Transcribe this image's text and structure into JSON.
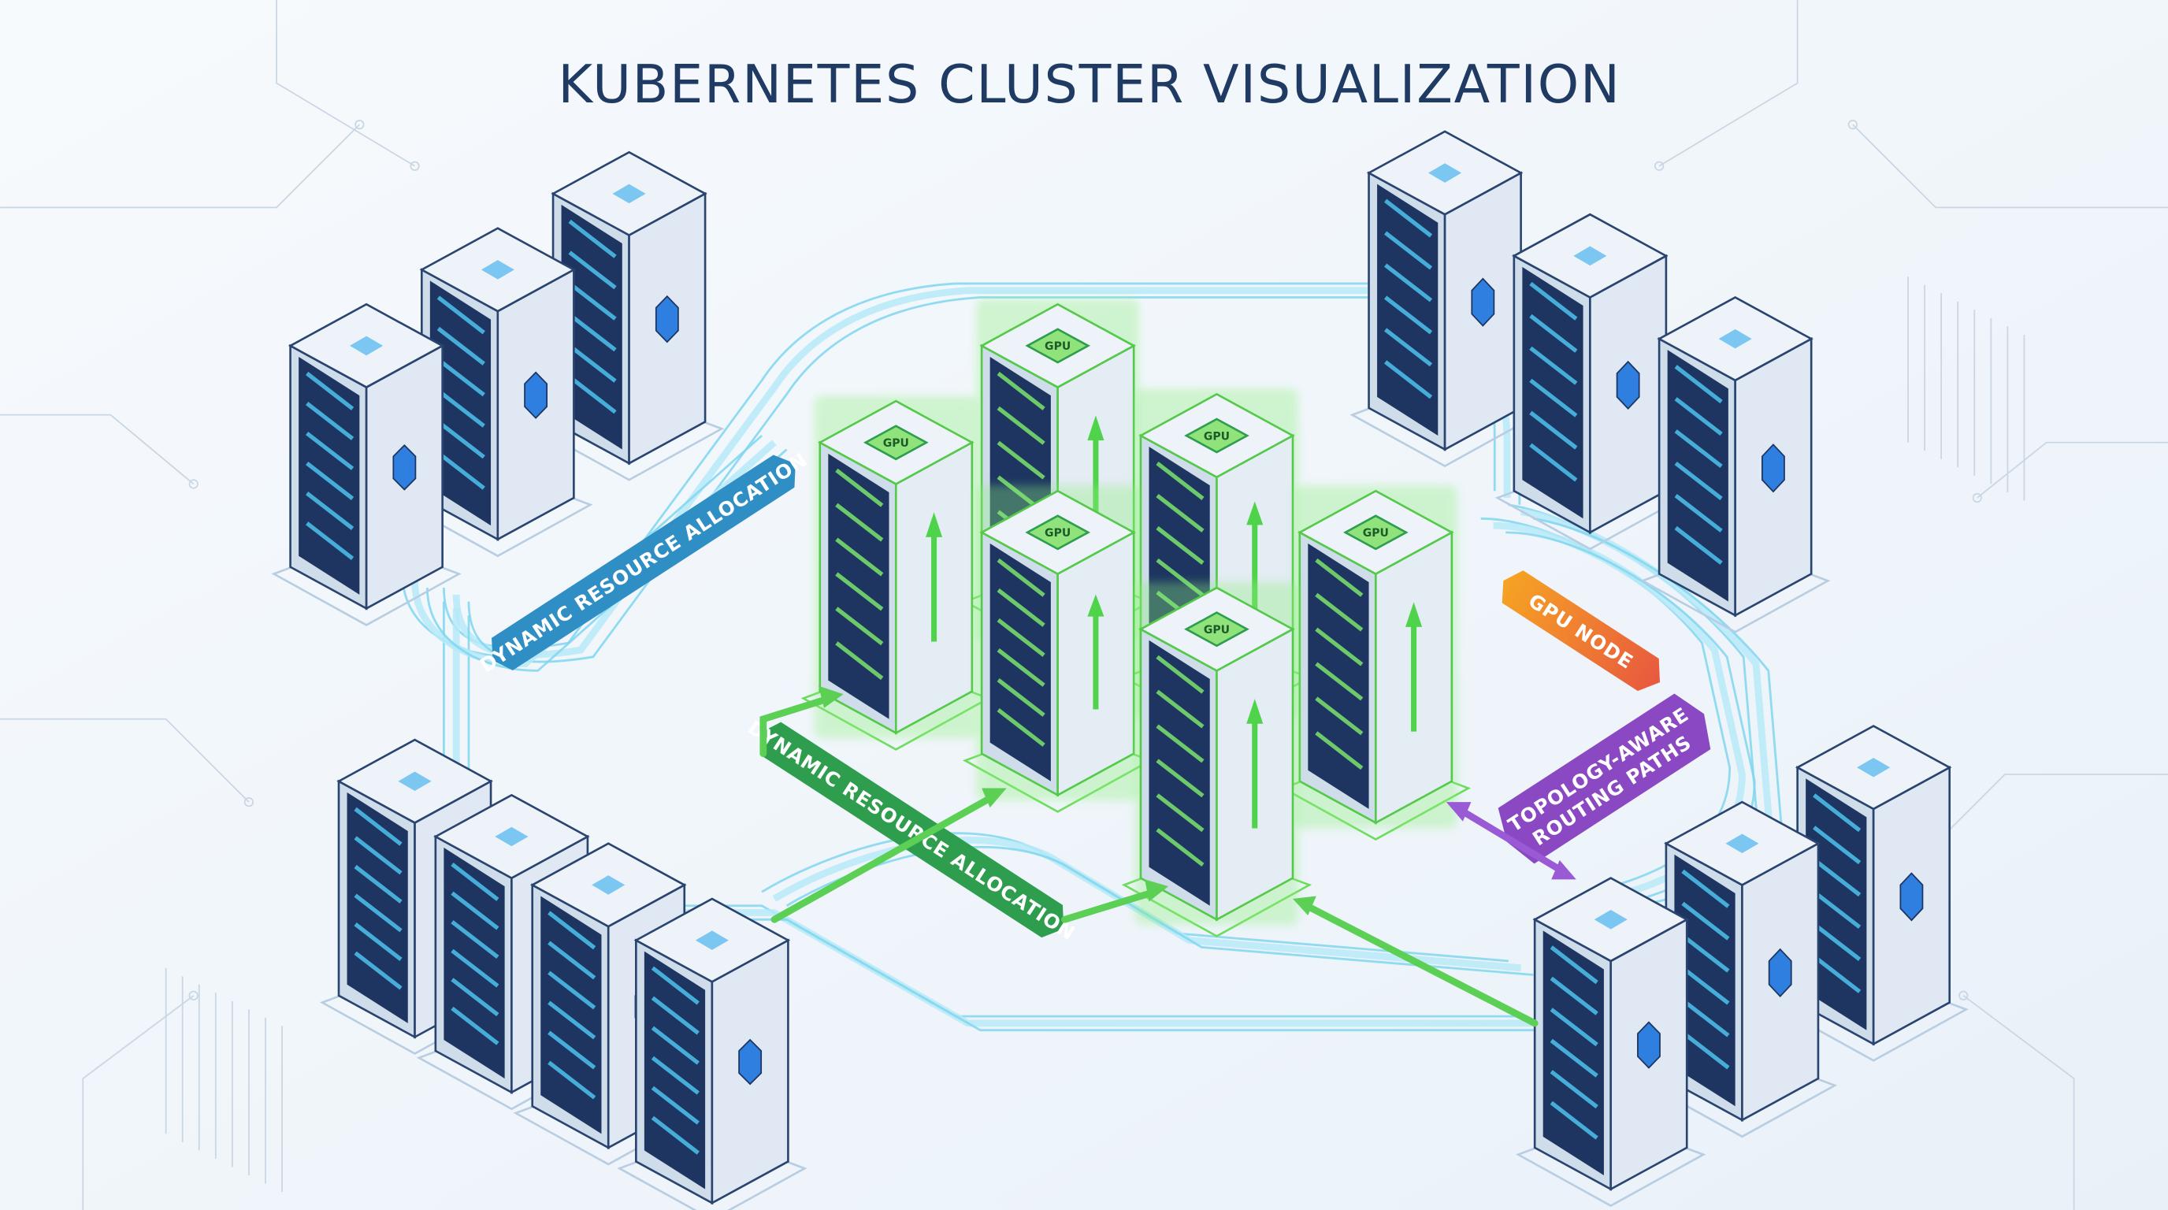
{
  "title": "KUBERNETES CLUSTER VISUALIZATION",
  "labels": {
    "dynamic_allocation_top": "DYNAMIC RESOURCE ALLOCATION",
    "dynamic_allocation_bottom": "DYNAMIC RESOURCE ALLOCATION",
    "gpu_node": "GPU NODE",
    "topology_line1": "TOPOLOGY-AWARE",
    "topology_line2": "ROUTING PATHS"
  },
  "gpu_chip_label": "GPU",
  "colors": {
    "background": "#f1f6fb",
    "title": "#1f3a63",
    "server_dark": "#1d3560",
    "server_light": "#dfe8f3",
    "gpu_glow": "#4fd34a",
    "network_line": "#7fd6ef",
    "label_blue": "#2f8fc4",
    "label_green": "#2e9e4e",
    "label_orange": "#f07a3a",
    "label_purple": "#8a49c2"
  }
}
